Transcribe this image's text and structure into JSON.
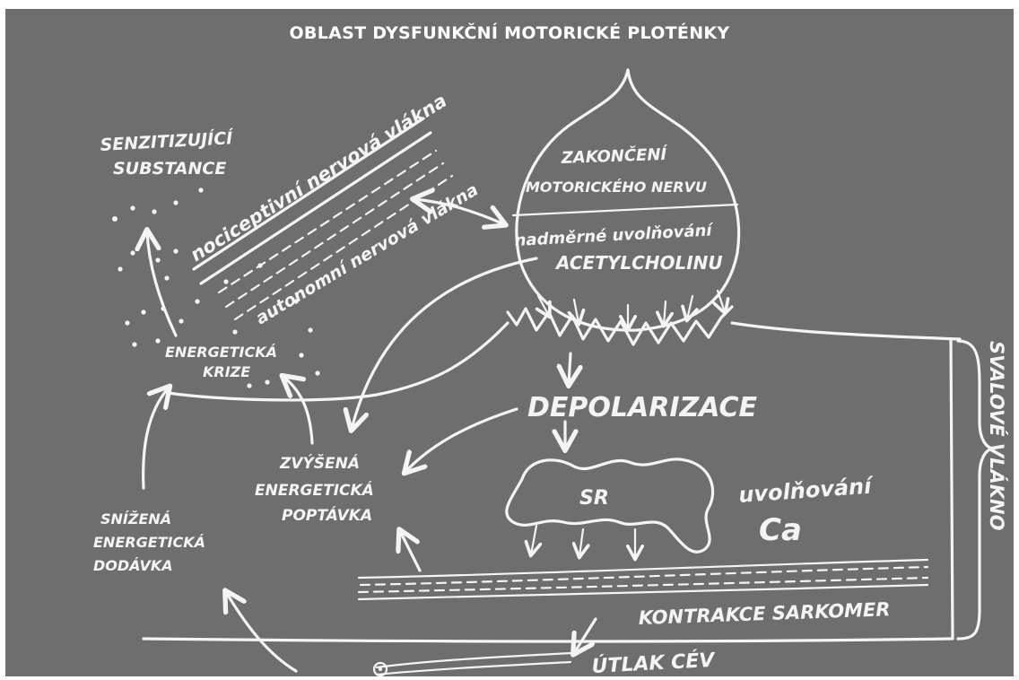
{
  "title": "OBLAST DYSFUNKČNÍ MOTORICKÉ PLOTÉNKY",
  "labels": {
    "senzitizujici_1": "SENZITIZUJÍCÍ",
    "senzitizujici_2": "SUBSTANCE",
    "nociceptivni": "nociceptivní nervová vlákna",
    "autonomni": "autonomní nervová vlákna",
    "zakonceni_1": "ZAKONČENÍ",
    "zakonceni_2": "MOTORICKÉHO NERVU",
    "nadmerne_1": "nadměrné uvolňování",
    "nadmerne_2": "ACETYLCHOLINU",
    "krize_1": "ENERGETICKÁ",
    "krize_2": "KRIZE",
    "depolarizace": "DEPOLARIZACE",
    "zvysena_1": "ZVÝŠENÁ",
    "zvysena_2": "ENERGETICKÁ",
    "zvysena_3": "POPTÁVKA",
    "sr": "SR",
    "uvolnovani": "uvolňování",
    "ca": "Ca",
    "snizena_1": "SNÍŽENÁ",
    "snizena_2": "ENERGETICKÁ",
    "snizena_3": "DODÁVKA",
    "kontrakce": "KONTRAKCE SARKOMER",
    "utlak": "ÚTLAK CÉV",
    "svalove_vlakno": "SVALOVÉ VLÁKNO"
  }
}
